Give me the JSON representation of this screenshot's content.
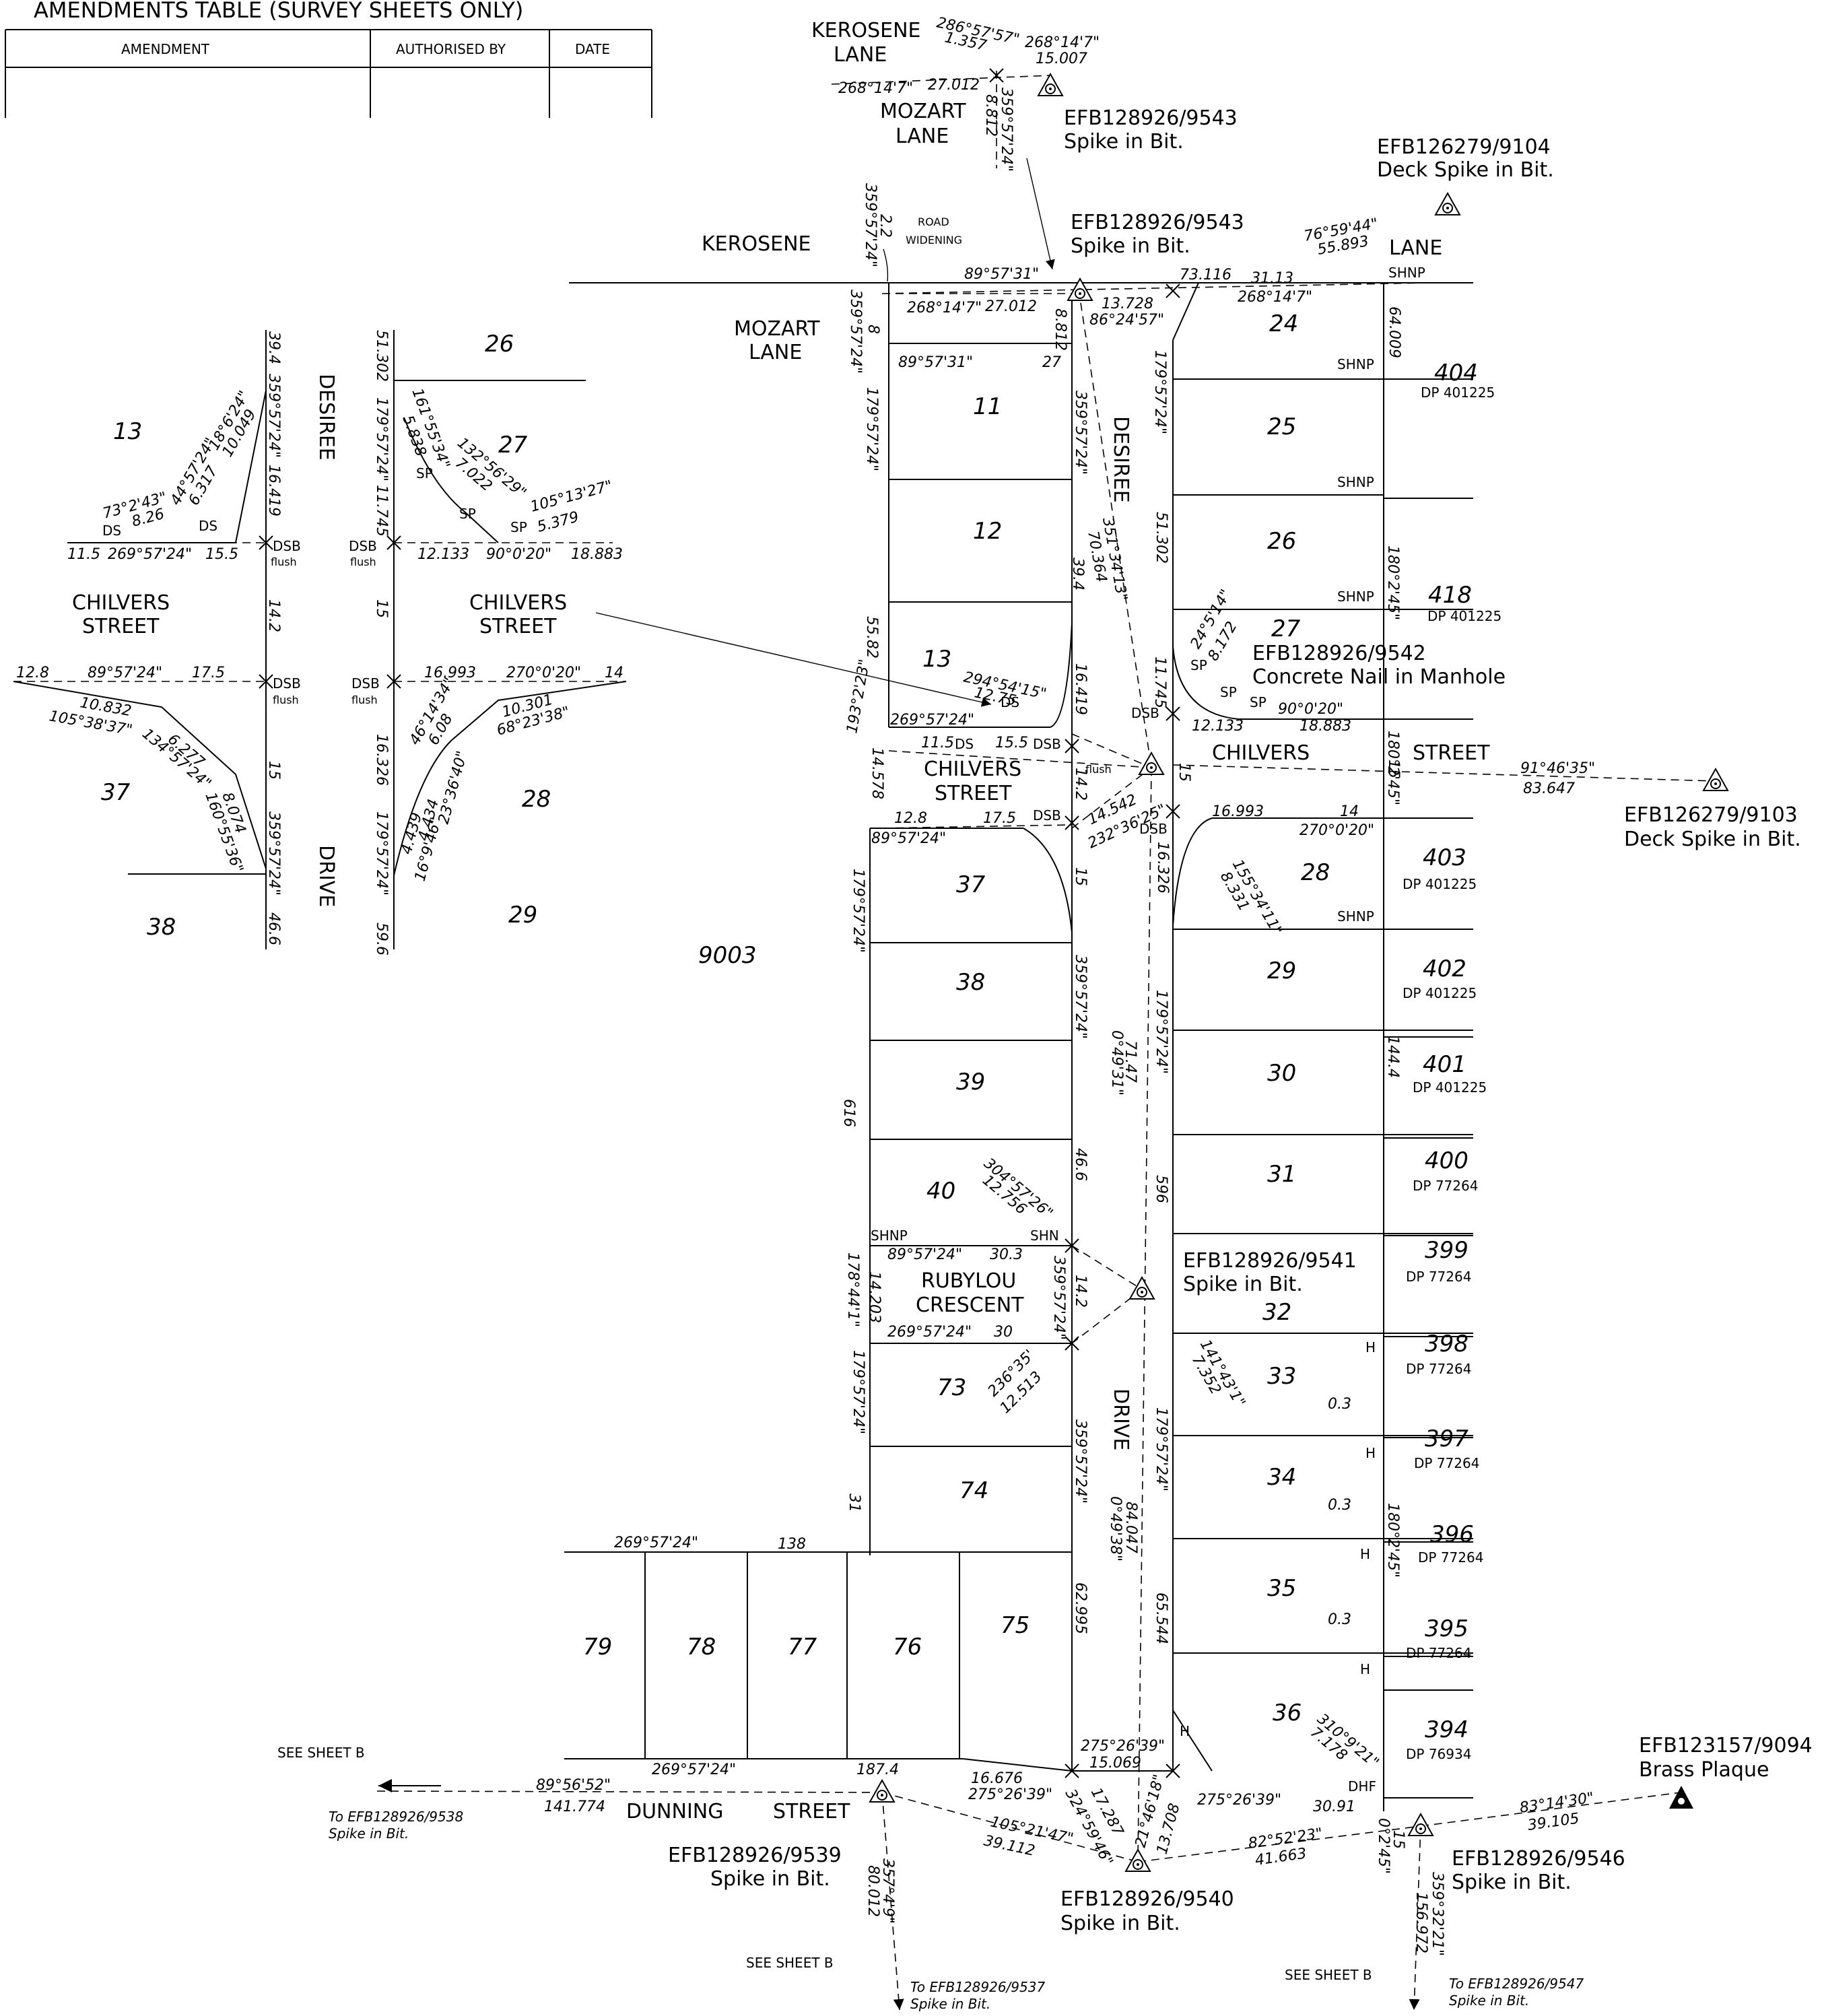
{
  "amendments": {
    "title": "AMENDMENTS TABLE (SURVEY SHEETS ONLY)",
    "col_amendment": "AMENDMENT",
    "col_authorised": "AUTHORISED BY",
    "col_date": "DATE"
  },
  "streets": {
    "kerosene": "KEROSENE",
    "lane": "LANE",
    "mozart": "MOZART",
    "desiree": "DESIREE",
    "chilvers": "CHILVERS",
    "street": "STREET",
    "drive": "DRIVE",
    "rubylou": "RUBYLOU",
    "crescent": "CRESCENT",
    "dunning": "DUNNING",
    "road": "ROAD",
    "widening": "WIDENING"
  },
  "marks": [
    {
      "id": "EFB128926/9543",
      "desc": "Spike in Bit."
    },
    {
      "id": "EFB126279/9104",
      "desc": "Deck Spike in Bit."
    },
    {
      "id": "EFB128926/9542",
      "desc": "Concrete Nail in Manhole"
    },
    {
      "id": "EFB126279/9103",
      "desc": "Deck Spike in Bit."
    },
    {
      "id": "EFB128926/9541",
      "desc": "Spike in Bit."
    },
    {
      "id": "EFB123157/9094",
      "desc": "Brass Plaque"
    },
    {
      "id": "EFB128926/9546",
      "desc": "Spike in Bit."
    },
    {
      "id": "EFB128926/9540",
      "desc": "Spike in Bit."
    },
    {
      "id": "EFB128926/9539",
      "desc": "Spike in Bit."
    }
  ],
  "see_sheet": "SEE SHEET B",
  "to_marks": [
    {
      "line1": "To EFB128926/9538",
      "line2": "Spike in Bit."
    },
    {
      "line1": "To EFB128926/9537",
      "line2": "Spike in Bit."
    },
    {
      "line1": "To EFB128926/9547",
      "line2": "Spike in Bit."
    }
  ],
  "lots": {
    "l11": "11",
    "l12": "12",
    "l13": "13",
    "l24": "24",
    "l25": "25",
    "l26": "26",
    "l27": "27",
    "l28": "28",
    "l29": "29",
    "l30": "30",
    "l31": "31",
    "l32": "32",
    "l33": "33",
    "l34": "34",
    "l35": "35",
    "l36": "36",
    "l37": "37",
    "l38": "38",
    "l39": "39",
    "l40": "40",
    "l73": "73",
    "l74": "74",
    "l75": "75",
    "l76": "76",
    "l77": "77",
    "l78": "78",
    "l79": "79",
    "l9003": "9003",
    "l404": "404",
    "l418": "418",
    "l403": "403",
    "l402": "402",
    "l401": "401",
    "l400": "400",
    "l399": "399",
    "l398": "398",
    "l397": "397",
    "l396": "396",
    "l395": "395",
    "l394": "394"
  },
  "dps": {
    "dp401225": "DP 401225",
    "dp77264": "DP 77264",
    "dp76934": "DP 76934"
  },
  "codes": {
    "shnp": "SHNP",
    "shn": "SHN",
    "dsb": "DSB",
    "ds": "DS",
    "sp": "SP",
    "h": "H",
    "dhf": "DHF",
    "flush": "flush"
  },
  "dims": {
    "d1": "286°57'57\"",
    "d2": "1.357",
    "d3": "268°14'7\"",
    "d4": "15.007",
    "d5": "268°14'7\"",
    "d6": "27.012",
    "d7": "359°57'24\"",
    "d8": "8.812",
    "d9": "89°57'31\"",
    "d10": "13.728",
    "d11": "86°24'57\"",
    "d12": "73.116",
    "d13": "31.13",
    "d14": "76°59'44\"",
    "d15": "55.893",
    "d16": "64.009",
    "d17": "179°57'24\"",
    "d18": "351°34'13\"",
    "d19": "70.364",
    "d20": "51.302",
    "d21": "39.4",
    "d22": "55.82",
    "d23": "16.419",
    "d24": "11.745",
    "d25": "180°2'45\"",
    "d26": "294°54'15\"",
    "d27": "12.75",
    "d28": "269°57'24\"",
    "d29": "11.5",
    "d30": "15.5",
    "d31": "14.2",
    "d32": "24°5'14\"",
    "d33": "8.172",
    "d34": "90°0'20\"",
    "d35": "12.133",
    "d36": "18.883",
    "d37": "91°46'35\"",
    "d38": "83.647",
    "d39": "14.542",
    "d40": "232°36'25\"",
    "d41": "16.993",
    "d42": "14",
    "d43": "270°0'20\"",
    "d44": "155°34'11\"",
    "d45": "8.331",
    "d46": "16.326",
    "d47": "12.8",
    "d48": "17.5",
    "d49": "89°57'24\"",
    "d50": "193°2'23\"",
    "d51": "14.578",
    "d52": "0°49'31\"",
    "d53": "71.47",
    "d54": "144.4",
    "d55": "616",
    "d56": "596",
    "d57": "304°57'26\"",
    "d58": "12.756",
    "d59": "30.3",
    "d60": "30",
    "d61": "178°44'1\"",
    "d62": "14.203",
    "d63": "236°35'",
    "d64": "12.513",
    "d65": "141°43'1\"",
    "d66": "7.352",
    "d67": "0.3",
    "d68": "31",
    "d69": "0°49'38\"",
    "d70": "84.047",
    "d71": "138",
    "d72": "62.995",
    "d73": "65.544",
    "d74": "187.4",
    "d75": "89°56'52\"",
    "d76": "141.774",
    "d77": "275°26'39\"",
    "d78": "15.069",
    "d79": "16.676",
    "d80": "105°21'47\"",
    "d81": "39.112",
    "d82": "324°59'46\"",
    "d83": "17.287",
    "d84": "21°46'18\"",
    "d85": "13.708",
    "d86": "82°52'23\"",
    "d87": "41.663",
    "d88": "310°9'21\"",
    "d89": "7.178",
    "d90": "30.91",
    "d91": "83°14'30\"",
    "d92": "39.105",
    "d93": "0°2'45\"",
    "d94": "15",
    "d95": "357°4'9\"",
    "d96": "80.012",
    "d97": "359°32'21\"",
    "d98": "156.972",
    "d99": "2.2",
    "d100": "8",
    "d101": "27",
    "d102": "359°57'24\"",
    "d103": "18°6'24\"",
    "d104": "10.049",
    "d105": "44°57'24\"",
    "d106": "6.317",
    "d107": "73°2'43\"",
    "d108": "8.26",
    "d109": "16.419",
    "d110": "161°55'34\"",
    "d111": "5.838",
    "d112": "132°56'29\"",
    "d113": "7.022",
    "d114": "105°13'27\"",
    "d115": "5.379",
    "d116": "10.832",
    "d117": "105°38'37\"",
    "d118": "134°57'24\"",
    "d119": "6.277",
    "d120": "160°55'36\"",
    "d121": "8.074",
    "d122": "46°14'34\"",
    "d123": "6.08",
    "d124": "10.301",
    "d125": "68°23'38\"",
    "d126": "4.434",
    "d127": "23°36'40\"",
    "d128": "16°9'46\"",
    "d129": "4.439",
    "d130": "46.6",
    "d131": "59.6",
    "d132": "15"
  }
}
